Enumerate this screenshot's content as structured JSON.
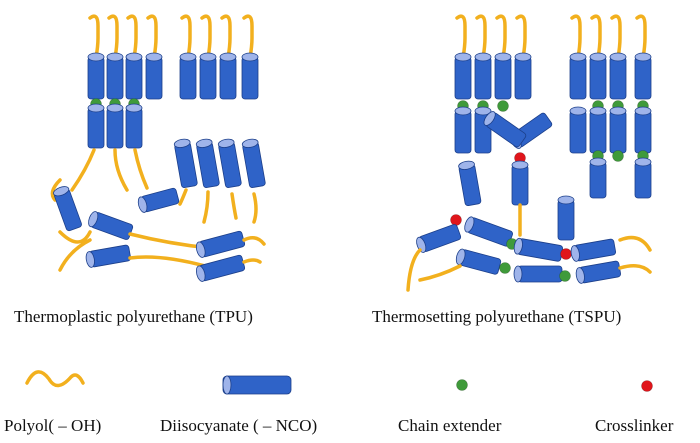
{
  "panels": {
    "tpu_caption": "Thermoplastic polyurethane (TPU)",
    "tspu_caption": "Thermosetting polyurethane (TSPU)"
  },
  "legend": {
    "polyol": "Polyol( – OH)",
    "diisocyanate": "Diisocyanate ( – NCO)",
    "chain_extender": "Chain extender",
    "crosslinker": "Crosslinker"
  },
  "colors": {
    "polyol": "#f2b01e",
    "cylinder": "#2f63c8",
    "cylinder_cap": "#9fb4ea",
    "chain_extender": "#3f9a3a",
    "crosslinker": "#e0151b"
  }
}
